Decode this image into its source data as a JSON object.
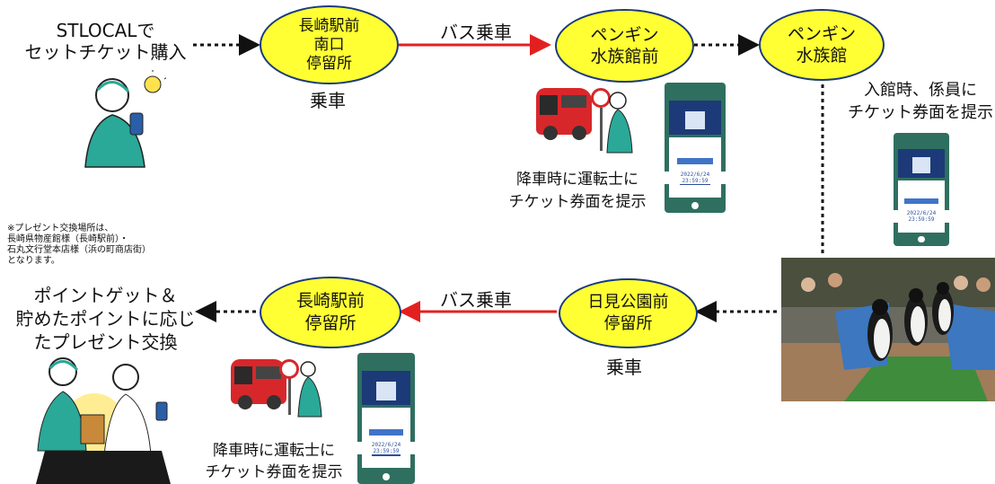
{
  "nodes": {
    "buy_label": "STLOCALで\nセットチケット購入",
    "stop_nagasaki_south": "長崎駅前\n南口\n停留所",
    "board_label_1": "乗車",
    "stop_penguin_mae": "ペンギン\n水族館前",
    "dest_penguin": "ペンギン\n水族館",
    "entry_note": "入館時、係員に\nチケット券面を提示",
    "alight_note_1": "降車時に運転士に\nチケット券面を提示",
    "stop_himi": "日見公園前\n停留所",
    "board_label_2": "乗車",
    "stop_nagasaki": "長崎駅前\n停留所",
    "alight_note_2": "降車時に運転士に\nチケット券面を提示",
    "exchange_note": "※プレゼント交換場所は、\n長崎県物産館様（長崎駅前）・\n石丸文行堂本店様（浜の町商店街）\nとなります。",
    "points_label": "ポイントゲット＆\n貯めたポイントに応じ\nたプレゼント交換"
  },
  "edges": {
    "bus_ride_1": "バス乗車",
    "bus_ride_2": "バス乗車"
  },
  "phones": [
    {
      "date": "2022/6/24",
      "time": "23:59:59"
    },
    {
      "date": "2022/6/24",
      "time": "23:59:59"
    },
    {
      "date": "2022/6/24",
      "time": "23:59:59"
    }
  ],
  "colors": {
    "oval_fill": "#ffff33",
    "oval_border": "#1a3a7a",
    "bus_arrow": "#e32020",
    "walk_arrow": "#111111"
  }
}
